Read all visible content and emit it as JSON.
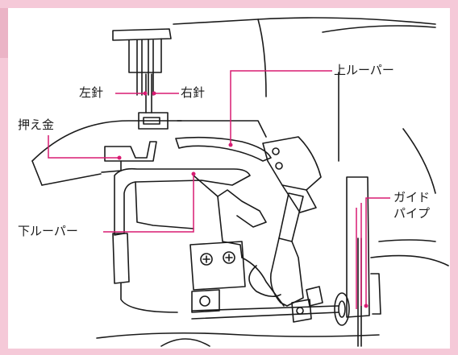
{
  "labels": {
    "left_needle": "左針",
    "right_needle": "右針",
    "presser_foot": "押え金",
    "upper_looper": "上ルーパー",
    "lower_looper": "下ルーパー",
    "guide_pipe_line1": "ガイド",
    "guide_pipe_line2": "パイプ"
  },
  "colors": {
    "frame": "#f5c9d8",
    "leader": "#d81b72",
    "line_art": "#1a1a1a"
  }
}
